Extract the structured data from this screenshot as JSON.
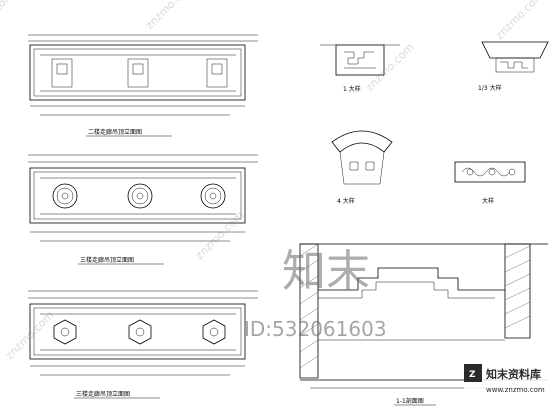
{
  "elevations": [
    {
      "id": "e1",
      "title": "二楼走廊吊顶立面图"
    },
    {
      "id": "e2",
      "title": "三楼走廊吊顶立面图"
    },
    {
      "id": "e3",
      "title": "三楼走廊吊顶立面图"
    }
  ],
  "details": [
    {
      "id": "d1",
      "label": "1 大样"
    },
    {
      "id": "d2",
      "label": "1/3 大样"
    },
    {
      "id": "d3",
      "label": "4 大样"
    },
    {
      "id": "d4",
      "label": "大样"
    }
  ],
  "section": {
    "title": "1-1剖面图"
  },
  "watermark": {
    "brand_chars": "知末",
    "id_text": "ID:532061603",
    "badge_title": "知末资料库",
    "badge_url": "www.znzmo.com",
    "diag_text": "znzmo.com"
  }
}
